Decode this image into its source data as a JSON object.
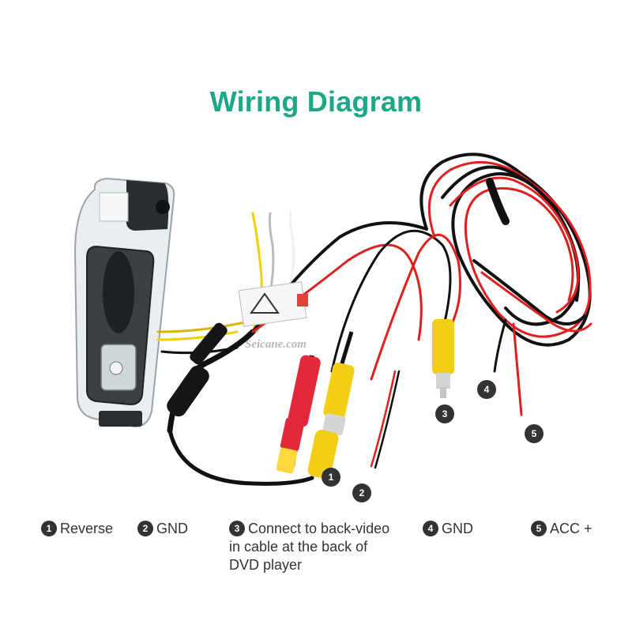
{
  "title": "Wiring Diagram",
  "watermark": "Seicane.com",
  "callouts": [
    "1",
    "2",
    "3",
    "4",
    "5"
  ],
  "legend": [
    {
      "num": "1",
      "text": "Reverse"
    },
    {
      "num": "2",
      "text": "GND"
    },
    {
      "num": "3",
      "text": "Connect to back-video in cable at the back of DVD player"
    },
    {
      "num": "4",
      "text": "GND"
    },
    {
      "num": "5",
      "text": "ACC +"
    }
  ],
  "colors": {
    "title": "#1aa889",
    "wire_red": "#e01f1f",
    "wire_black": "#111111",
    "rca_yellow": "#f2cf16",
    "rca_red": "#e2283a"
  }
}
